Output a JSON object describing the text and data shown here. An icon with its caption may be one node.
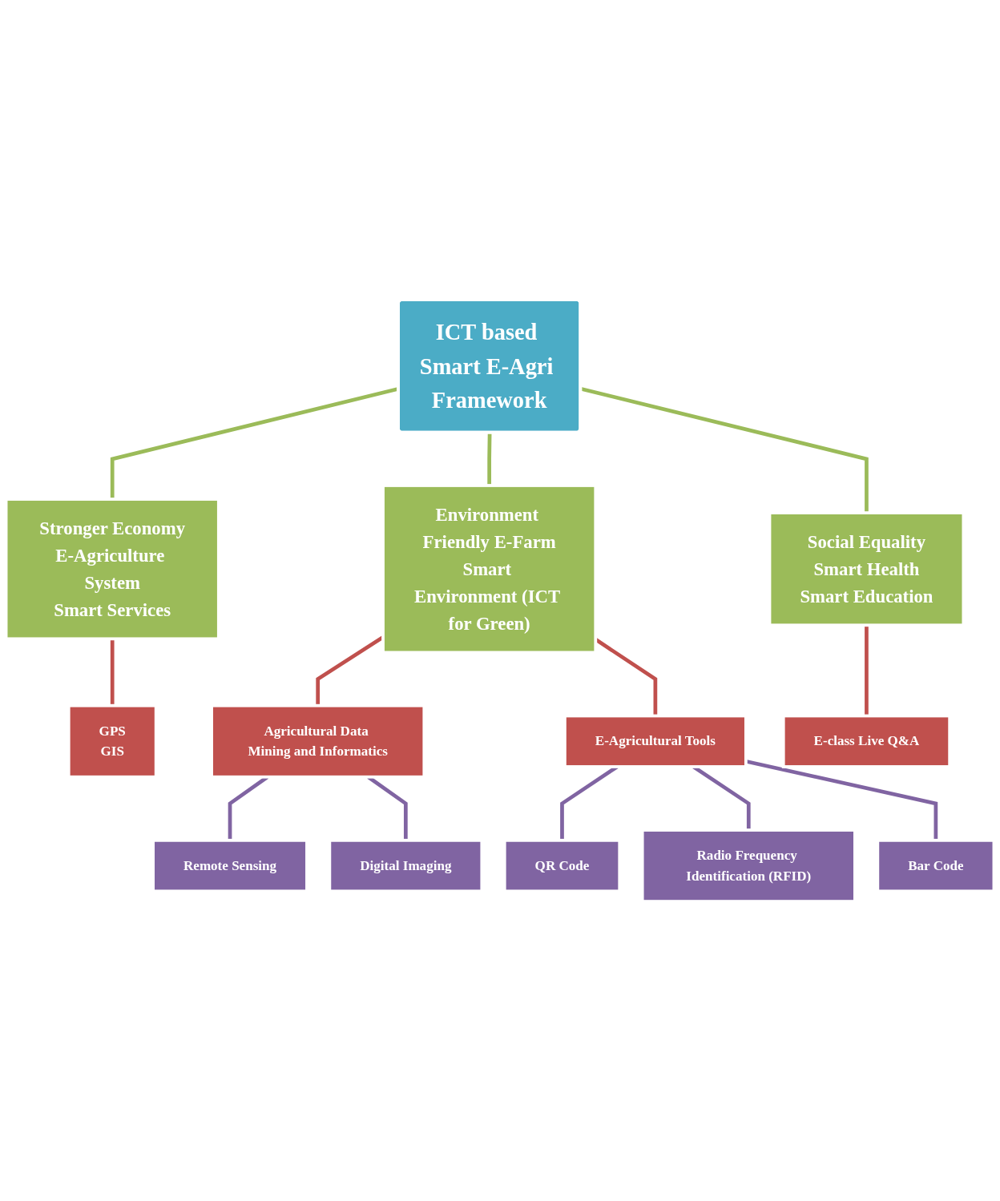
{
  "diagram": {
    "nodes": [
      {
        "text": [
          "ICT based Smart E-Agri Framework"
        ]
      },
      {
        "text": [
          "Stronger Economy",
          "E-Agriculture System",
          "Smart Services"
        ]
      },
      {
        "text": [
          "Environment Friendly E-Farm",
          "Smart Environment (ICT for Green)"
        ]
      },
      {
        "text": [
          "Social Equality",
          "Smart Health",
          "Smart Education"
        ]
      },
      {
        "text": [
          "GPS",
          "GIS"
        ]
      },
      {
        "text": [
          "Agricultural Data Mining and Informatics"
        ]
      },
      {
        "text": [
          "E-Agricultural Tools"
        ]
      },
      {
        "text": [
          "E-class Live Q&A"
        ]
      },
      {
        "text": [
          "Remote Sensing"
        ]
      },
      {
        "text": [
          "Digital Imaging"
        ]
      },
      {
        "text": [
          "QR Code"
        ]
      },
      {
        "text": [
          "Radio Frequency Identification (RFID)"
        ]
      },
      {
        "text": [
          "Bar Code"
        ]
      }
    ],
    "edges": [
      {
        "from": 0,
        "to": 1,
        "arrow": "none",
        "color": "#9bbb59"
      },
      {
        "from": 0,
        "to": 2,
        "arrow": "none",
        "color": "#9bbb59"
      },
      {
        "from": 0,
        "to": 3,
        "arrow": "none",
        "color": "#9bbb59"
      },
      {
        "from": 1,
        "to": 4,
        "arrow": "none",
        "color": "#c0504d"
      },
      {
        "from": 2,
        "to": 5,
        "arrow": "none",
        "color": "#c0504d"
      },
      {
        "from": 2,
        "to": 6,
        "arrow": "none",
        "color": "#c0504d"
      },
      {
        "from": 3,
        "to": 7,
        "arrow": "none",
        "color": "#c0504d"
      },
      {
        "from": 5,
        "to": 8,
        "arrow": "none"
      },
      {
        "from": 5,
        "to": 9,
        "arrow": "none"
      },
      {
        "from": 6,
        "to": 10,
        "arrow": "none"
      },
      {
        "from": 6,
        "to": 11,
        "arrow": "none"
      },
      {
        "from": 6,
        "to": 12,
        "arrow": "none"
      }
    ]
  }
}
